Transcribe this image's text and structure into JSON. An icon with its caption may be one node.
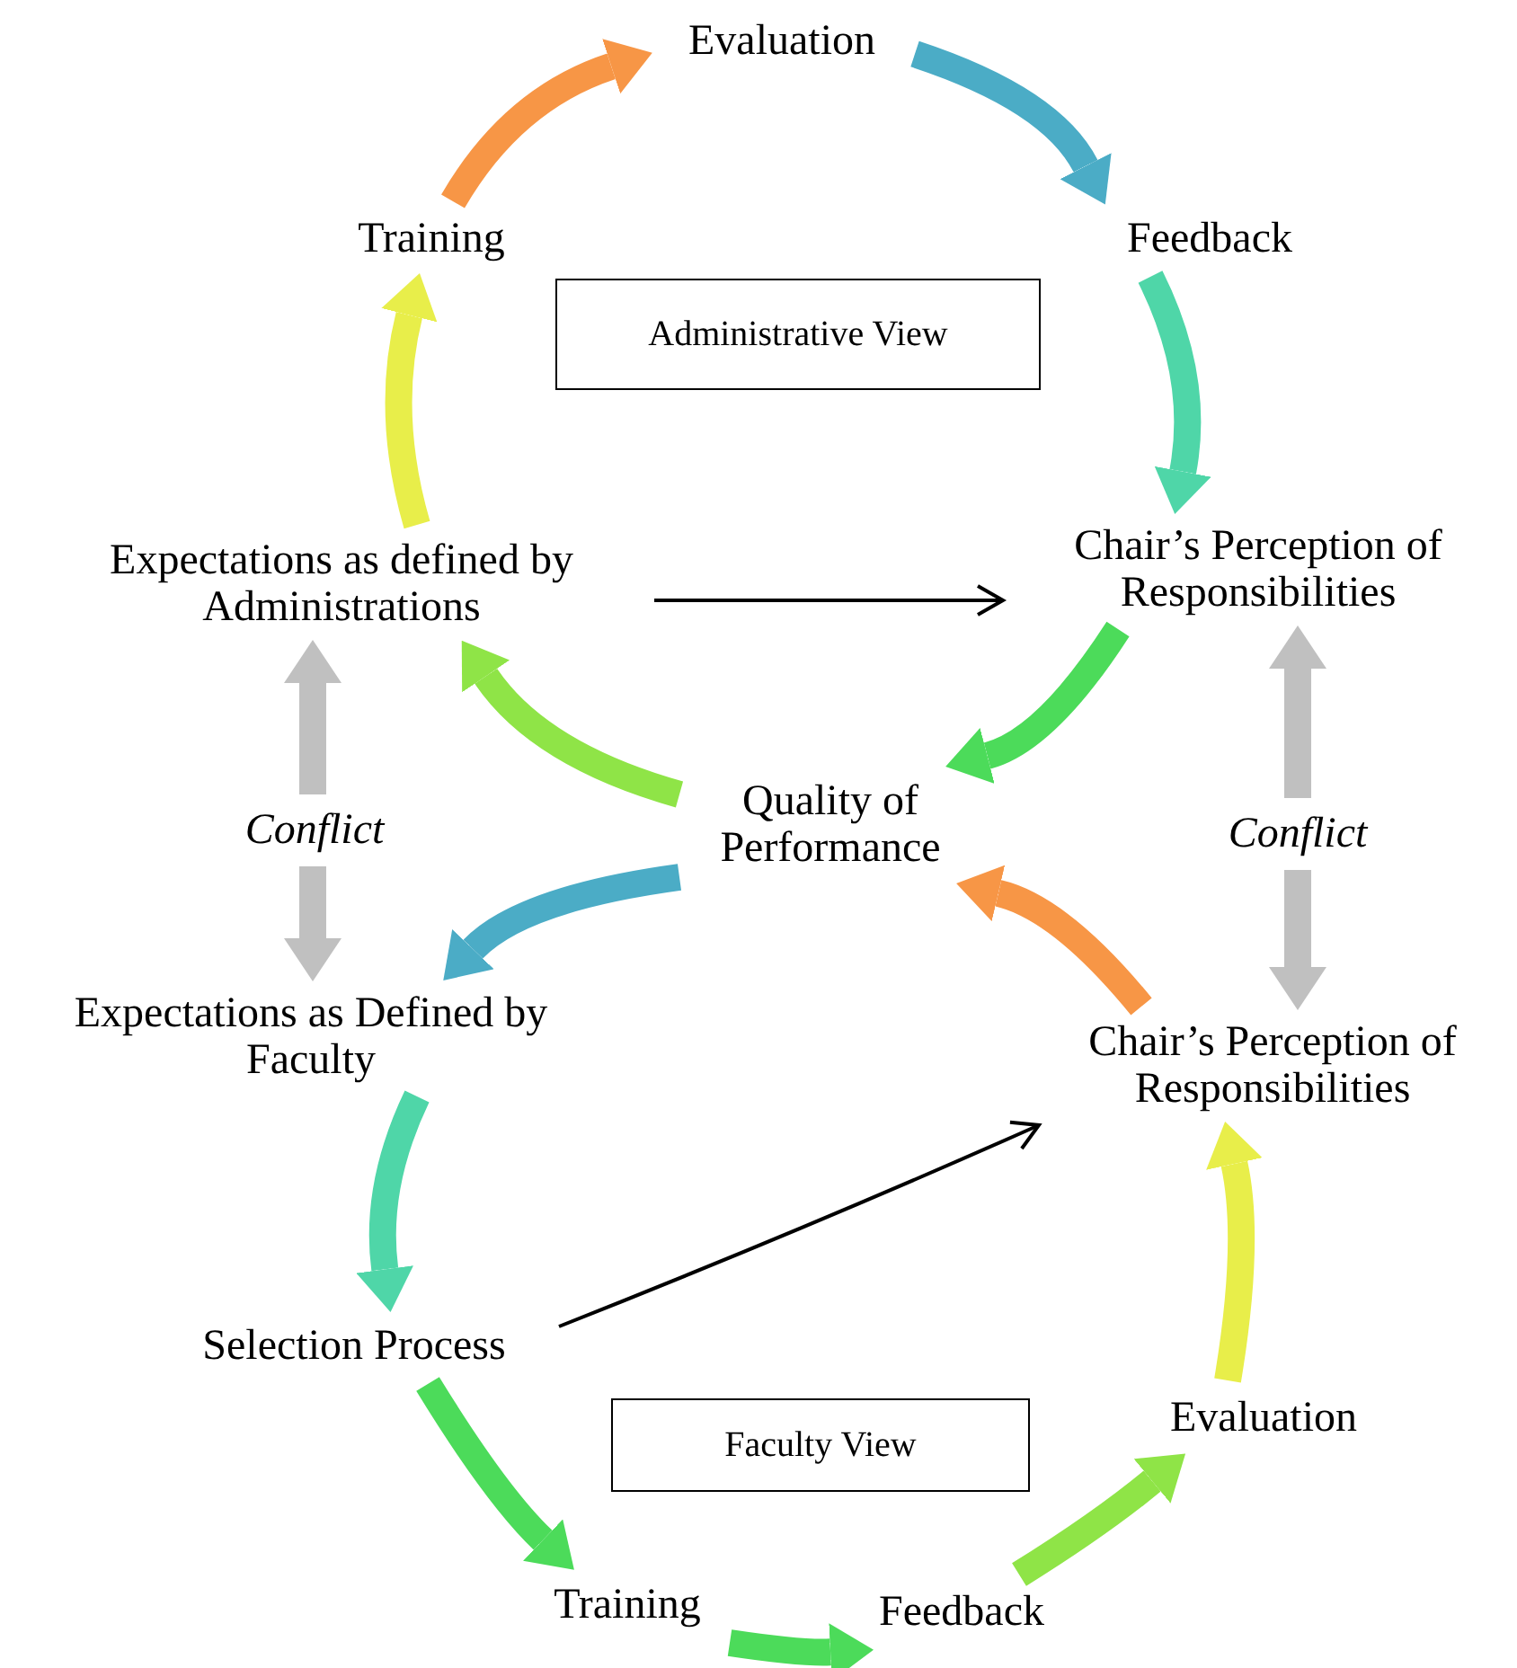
{
  "diagram": {
    "nodes": [
      {
        "text": [
          "Evaluation"
        ]
      },
      {
        "text": [
          "Training"
        ]
      },
      {
        "text": [
          "Feedback"
        ]
      },
      {
        "text": [
          "Administrative View"
        ]
      },
      {
        "text": [
          "Expectations as defined by Administrations"
        ]
      },
      {
        "text": [
          "Chair’s Perception of Responsibilities"
        ]
      },
      {
        "text": [
          "Quality of Performance"
        ]
      },
      {
        "text": [
          "Expectations as Defined by Faculty"
        ]
      },
      {
        "text": [
          "Chair’s Perception of Responsibilities"
        ]
      },
      {
        "text": [
          "Selection Process"
        ]
      },
      {
        "text": [
          "Faculty View"
        ]
      },
      {
        "text": [
          "Evaluation"
        ]
      },
      {
        "text": [
          "Training"
        ]
      },
      {
        "text": [
          "Feedback"
        ]
      },
      {
        "text": [
          "Conflict"
        ]
      },
      {
        "text": [
          "Conflict"
        ]
      }
    ],
    "edges": [
      {
        "from": 1,
        "to": 0,
        "arrow": "to",
        "color": "#f79646"
      },
      {
        "from": 0,
        "to": 2,
        "arrow": "to",
        "color": "#4bacc6"
      },
      {
        "from": 2,
        "to": 5,
        "arrow": "to",
        "color": "#4fd6a8"
      },
      {
        "from": 5,
        "to": 6,
        "arrow": "to",
        "color": "#4cdb5a"
      },
      {
        "from": 6,
        "to": 4,
        "arrow": "to",
        "color": "#8fe447"
      },
      {
        "from": 4,
        "to": 1,
        "arrow": "to",
        "color": "#e8ee4a"
      },
      {
        "from": 6,
        "to": 7,
        "arrow": "to",
        "color": "#4bacc6"
      },
      {
        "from": 7,
        "to": 9,
        "arrow": "to",
        "color": "#4fd6a8"
      },
      {
        "from": 9,
        "to": 12,
        "arrow": "to",
        "color": "#4cdb5a"
      },
      {
        "from": 12,
        "to": 13,
        "arrow": "to",
        "color": "#4cdb5a"
      },
      {
        "from": 13,
        "to": 11,
        "arrow": "to",
        "color": "#8fe447"
      },
      {
        "from": 11,
        "to": 8,
        "arrow": "to",
        "color": "#e8ee4a"
      },
      {
        "from": 8,
        "to": 6,
        "arrow": "to",
        "color": "#f79646"
      },
      {
        "from": 4,
        "to": 5,
        "arrow": "to",
        "color": "#000000"
      },
      {
        "from": 9,
        "to": 8,
        "arrow": "to",
        "color": "#000000"
      },
      {
        "from": 14,
        "to": 4,
        "arrow": "to",
        "color": "#c0c0c0"
      },
      {
        "from": 14,
        "to": 7,
        "arrow": "to",
        "color": "#c0c0c0"
      },
      {
        "from": 15,
        "to": 5,
        "arrow": "to",
        "color": "#c0c0c0"
      },
      {
        "from": 15,
        "to": 8,
        "arrow": "to",
        "color": "#c0c0c0"
      }
    ]
  }
}
